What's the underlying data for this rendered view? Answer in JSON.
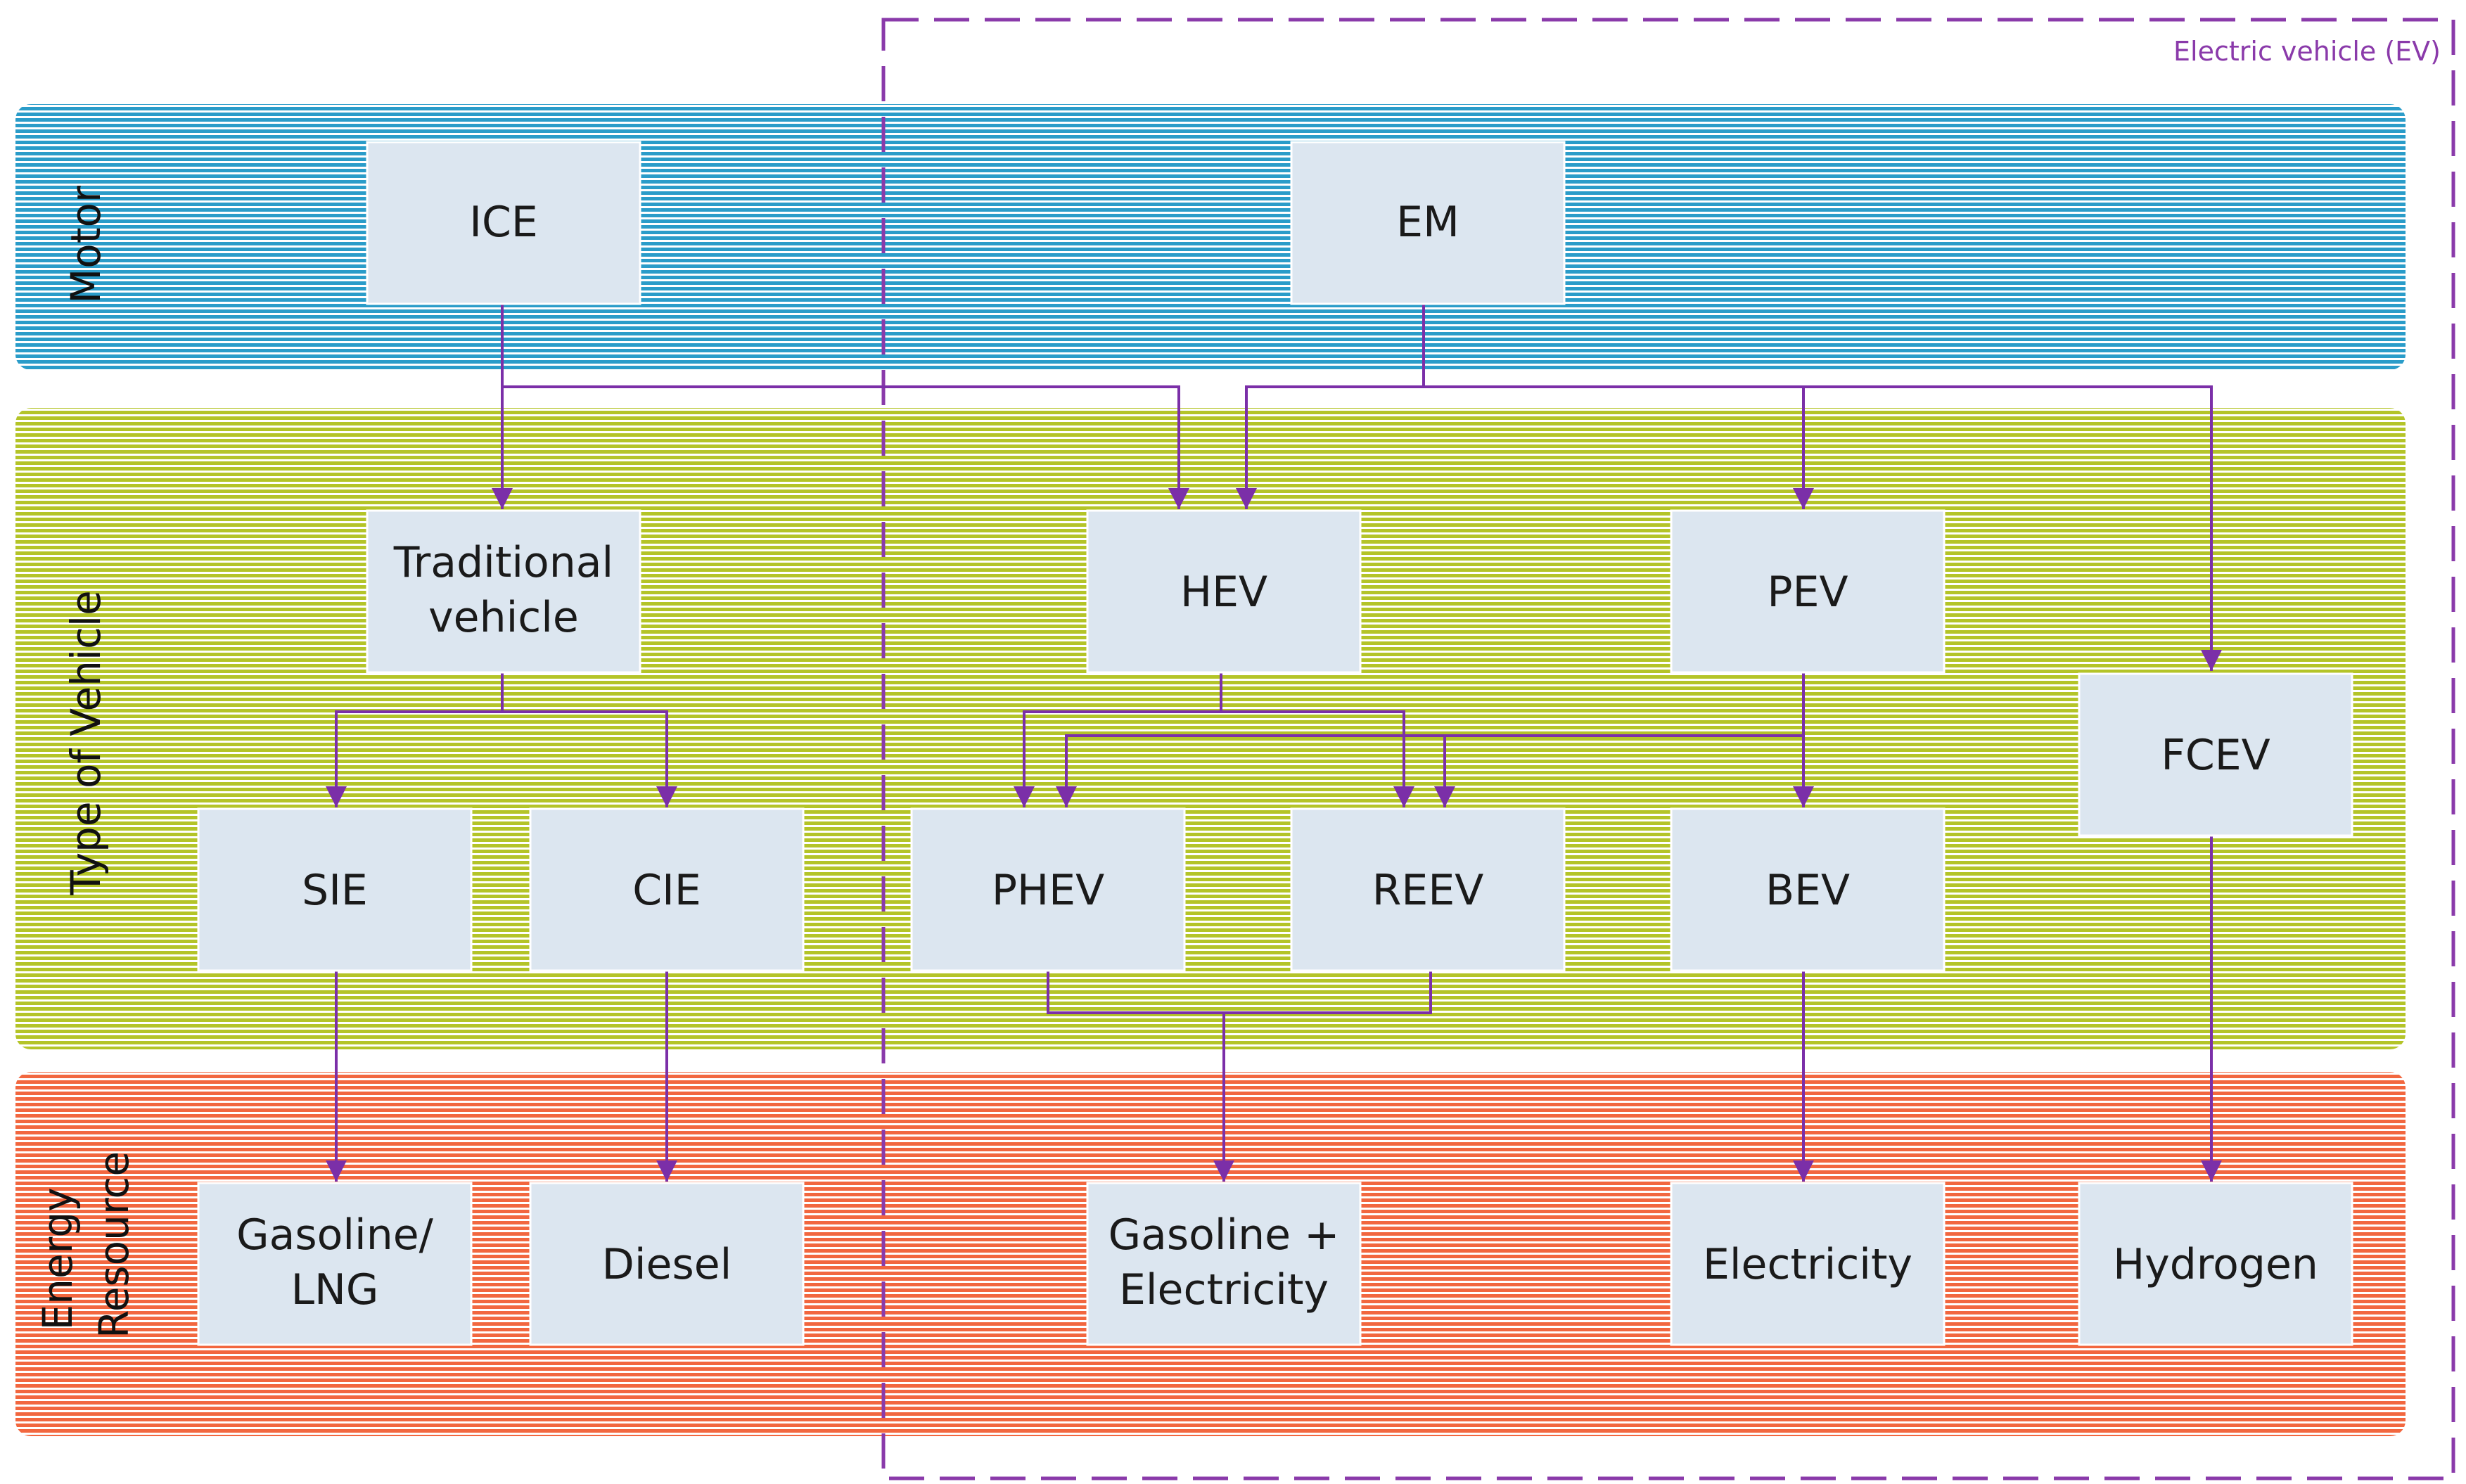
{
  "colors": {
    "motor_band": "#2a9cc9",
    "vehicle_band": "#b4c428",
    "energy_band": "#f2673f",
    "connector": "#7b2fa8",
    "ev_border": "#8a3aaa",
    "node_fill": "#dce6f0"
  },
  "bands": {
    "motor": "Motor",
    "vehicle": "Type of Vehicle",
    "energy_line1": "Energy",
    "energy_line2": "Resource"
  },
  "ev_region": {
    "label": "Electric vehicle (EV)"
  },
  "nodes": {
    "ice": "ICE",
    "em": "EM",
    "traditional_line1": "Traditional",
    "traditional_line2": "vehicle",
    "hev": "HEV",
    "pev": "PEV",
    "fcev": "FCEV",
    "sie": "SIE",
    "cie": "CIE",
    "phev": "PHEV",
    "reev": "REEV",
    "bev": "BEV",
    "gasoline_lng_line1": "Gasoline/",
    "gasoline_lng_line2": "LNG",
    "diesel": "Diesel",
    "gas_elec_line1": "Gasoline +",
    "gas_elec_line2": "Electricity",
    "electricity": "Electricity",
    "hydrogen": "Hydrogen"
  }
}
